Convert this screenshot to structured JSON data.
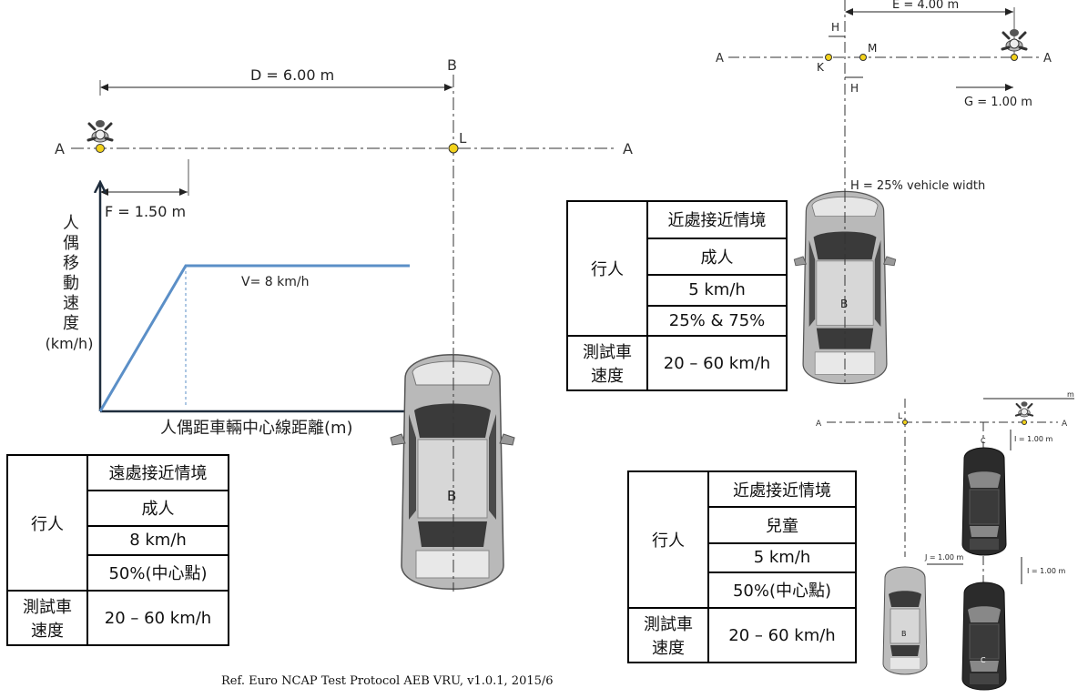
{
  "left_diagram": {
    "distance_d": "D = 6.00 m",
    "distance_f": "F = 1.50 m",
    "line_label_a": "A",
    "line_label_b": "B",
    "point_label_l": "L",
    "car_label_b": "B",
    "y_axis_label_chars": [
      "人",
      "偶",
      "移",
      "動",
      "速",
      "度"
    ],
    "y_axis_unit": "(km/h)",
    "x_axis_label": "人偶距車輛中心線距離(m)",
    "speed_label": "V= 8 km/h",
    "speed_profile": {
      "ramp_distance_m": 1.5,
      "speed_kmh": 8
    }
  },
  "far_table": {
    "row_header_pedestrian": "行人",
    "scenario": "遠處接近情境",
    "subject": "成人",
    "speed": "8 km/h",
    "impact": "50%(中心點)",
    "row_header_vehicle_line1": "測試車",
    "row_header_vehicle_line2": "速度",
    "vehicle_speed": "20 – 60 km/h"
  },
  "top_right_diagram": {
    "distance_e": "E = 4.00 m",
    "distance_g": "G = 1.00 m",
    "label_h": "H",
    "label_k": "K",
    "label_m": "M",
    "line_label_a": "A",
    "car_label_b": "B",
    "h_definition": "H = 25% vehicle width"
  },
  "near_adult_table": {
    "row_header_pedestrian": "行人",
    "scenario": "近處接近情境",
    "subject": "成人",
    "speed": "5 km/h",
    "impact": "25% & 75%",
    "row_header_vehicle_line1": "測試車",
    "row_header_vehicle_line2": "速度",
    "vehicle_speed": "20 – 60 km/h"
  },
  "bottom_right_diagram": {
    "line_label_a": "A",
    "point_label_l": "L",
    "unit_m": "m",
    "distance_i_top": "I = 1.00 m",
    "distance_i_mid": "I = 1.00 m",
    "distance_j": "J = 1.00 m",
    "car_label_c": "C",
    "car_label_b": "B"
  },
  "near_child_table": {
    "row_header_pedestrian": "行人",
    "scenario": "近處接近情境",
    "subject": "兒童",
    "speed": "5 km/h",
    "impact": "50%(中心點)",
    "row_header_vehicle_line1": "測試車",
    "row_header_vehicle_line2": "速度",
    "vehicle_speed": "20 – 60 km/h"
  },
  "reference": "Ref. Euro NCAP Test Protocol AEB VRU, v1.0.1, 2015/6",
  "colors": {
    "ramp_line": "#5b8fc7",
    "axis": "#1f2d3d",
    "point": "#f2d21b",
    "car_dark": "#2b2b2b"
  }
}
